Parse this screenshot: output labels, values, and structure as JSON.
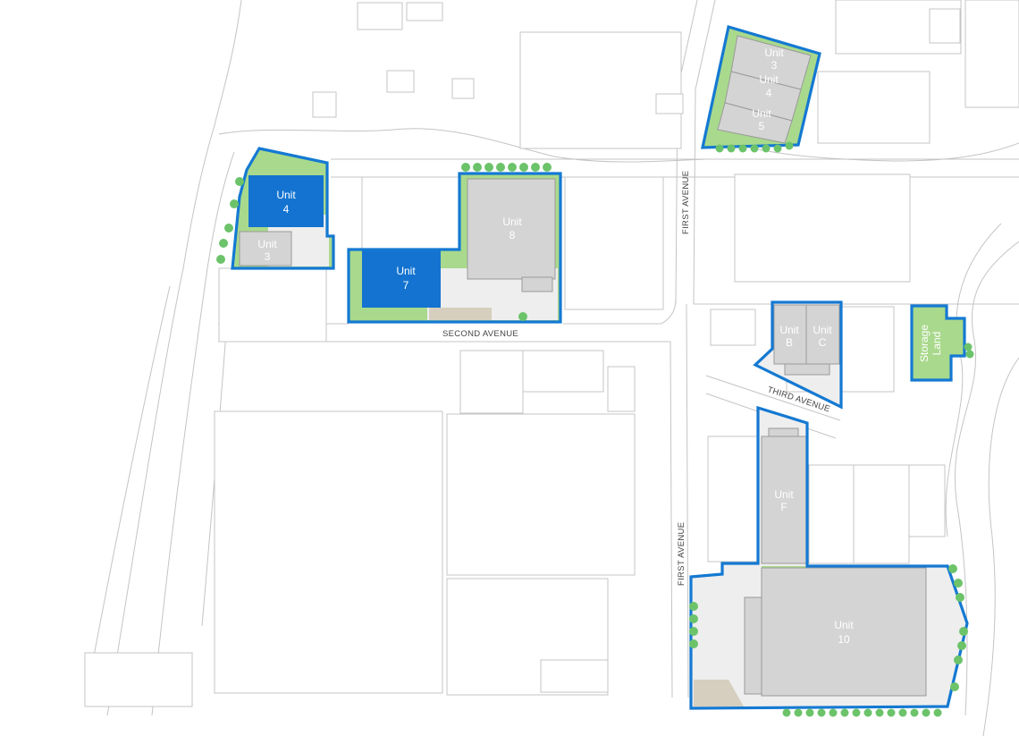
{
  "colors": {
    "site_boundary": "#1479d2",
    "available_unit": "#1473d0",
    "occupied_unit": "#d4d4d4",
    "landscaping": "#a9d98c",
    "trees": "#6cc36a",
    "paving": "#eeeeee",
    "yard_surface": "#d6cfbf"
  },
  "roads": {
    "first_avenue_north": "FIRST AVENUE",
    "first_avenue_south": "FIRST AVENUE",
    "second_avenue": "SECOND AVENUE",
    "third_avenue": "THIRD AVENUE"
  },
  "units": {
    "nw_unit_4": {
      "line1": "Unit",
      "line2": "4",
      "status": "available"
    },
    "nw_unit_3": {
      "line1": "Unit",
      "line2": "3",
      "status": "occupied"
    },
    "unit_7": {
      "line1": "Unit",
      "line2": "7",
      "status": "available"
    },
    "unit_8": {
      "line1": "Unit",
      "line2": "8",
      "status": "occupied"
    },
    "ne_unit_3": {
      "line1": "Unit",
      "line2": "3",
      "status": "occupied"
    },
    "ne_unit_4": {
      "line1": "Unit",
      "line2": "4",
      "status": "occupied"
    },
    "ne_unit_5": {
      "line1": "Unit",
      "line2": "5",
      "status": "occupied"
    },
    "unit_b": {
      "line1": "Unit",
      "line2": "B",
      "status": "occupied"
    },
    "unit_c": {
      "line1": "Unit",
      "line2": "C",
      "status": "occupied"
    },
    "storage_land": {
      "line1": "Storage",
      "line2": "Land",
      "status": "occupied"
    },
    "unit_f": {
      "line1": "Unit",
      "line2": "F",
      "status": "occupied"
    },
    "unit_10": {
      "line1": "Unit",
      "line2": "10",
      "status": "occupied"
    }
  }
}
